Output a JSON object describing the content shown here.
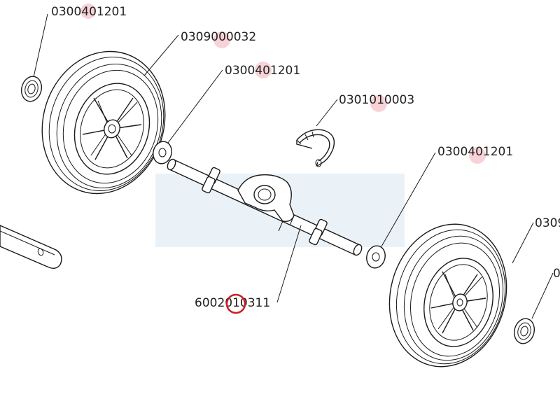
{
  "colors": {
    "line": "#1a1a1a",
    "label": "#222222",
    "watermark": "#eaf2f8",
    "hotspot": "#f7d3d8",
    "selected_ring": "#cc1f1f"
  },
  "labels": {
    "top_left_cut": "0300401201",
    "wheel_left": "0309000032",
    "washer_left": "0300401201",
    "clip": "0301010003",
    "washer_right": "0300401201",
    "wheel_right_cut": "0309",
    "cap_right_cut": "0",
    "axle": "6002010311"
  },
  "icons": {
    "hotspot": "hotspot-dot-icon",
    "selected": "selected-ring-icon"
  }
}
